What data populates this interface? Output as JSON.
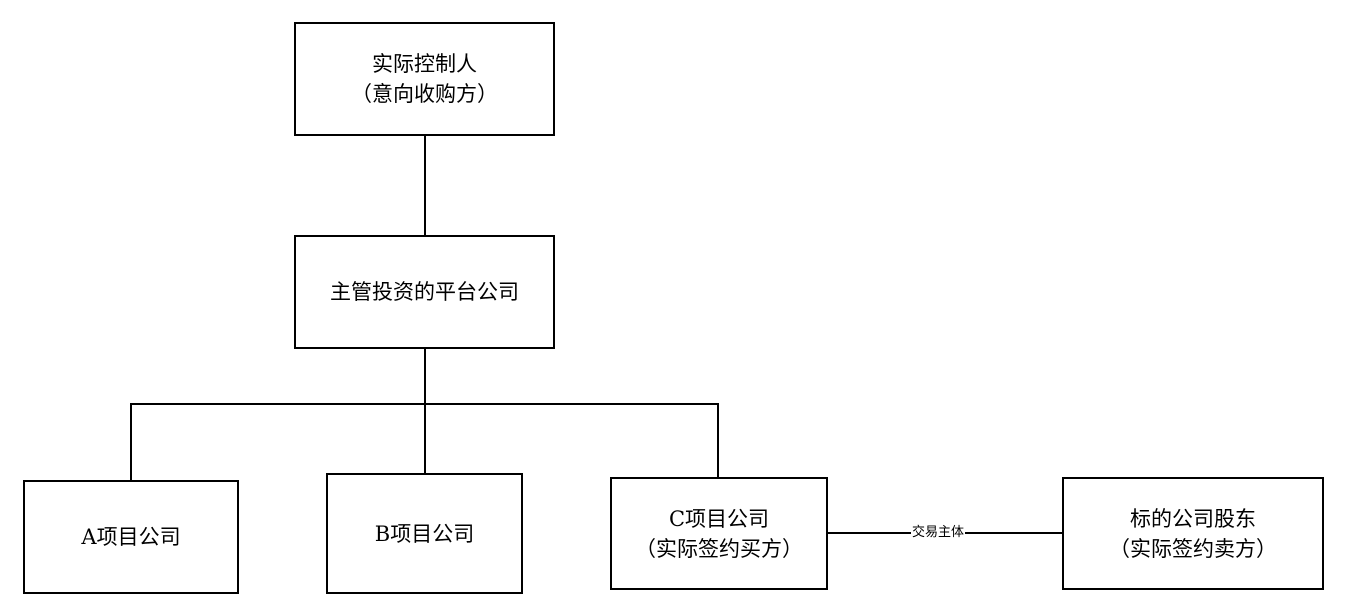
{
  "nodes": {
    "controller": {
      "line1": "实际控制人",
      "line2": "（意向收购方）"
    },
    "platform": {
      "line1": "主管投资的平台公司"
    },
    "project_a": {
      "line1": "A项目公司"
    },
    "project_b": {
      "line1": "B项目公司"
    },
    "project_c": {
      "line1": "C项目公司",
      "line2": "（实际签约买方）"
    },
    "target_shareholder": {
      "line1": "标的公司股东",
      "line2": "（实际签约卖方）"
    }
  },
  "edges": {
    "transaction_label": "交易主体"
  }
}
